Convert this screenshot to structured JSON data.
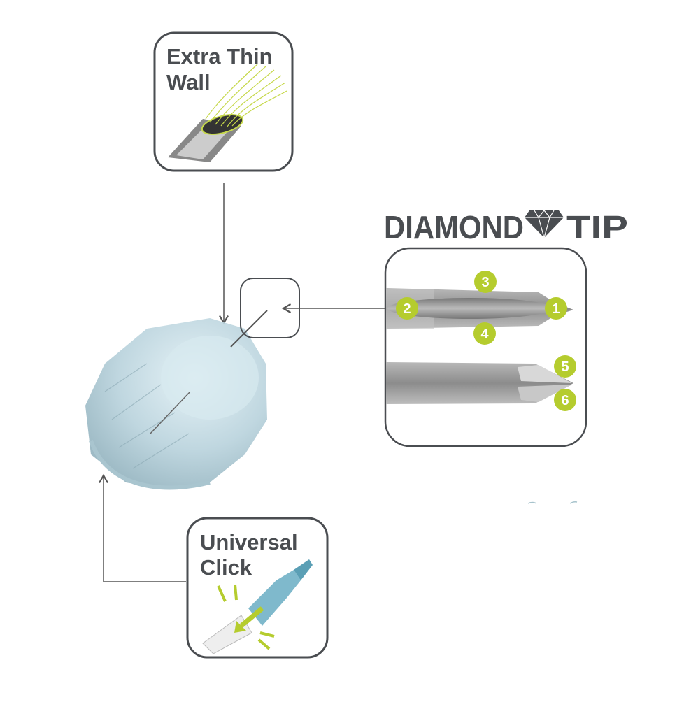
{
  "callouts": {
    "extra_thin_wall": {
      "line1": "Extra Thin",
      "line2": "Wall"
    },
    "universal_click": {
      "line1": "Universal",
      "line2": "Click"
    },
    "diamond_tip": {
      "word1": "DIAMOND",
      "word2": "TIP",
      "icon": "diamond-icon"
    }
  },
  "badges": [
    "1",
    "2",
    "3",
    "4",
    "5",
    "6"
  ],
  "colors": {
    "accent": "#b5cc2e",
    "text": "#4a4d51",
    "frame": "#4a4d51",
    "hub": "#b9d4de"
  }
}
